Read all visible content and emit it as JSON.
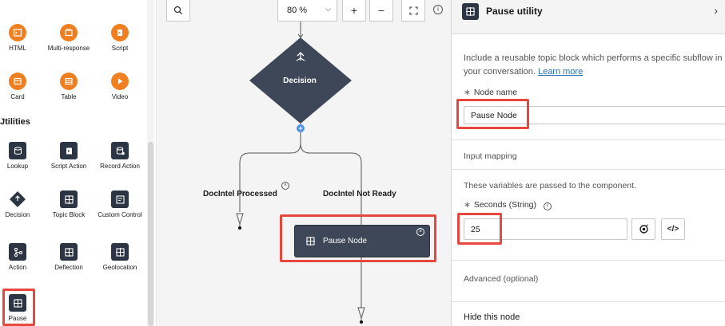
{
  "palette": {
    "top_items": [
      {
        "label": "HTML"
      },
      {
        "label": "Multi-response"
      },
      {
        "label": "Script"
      },
      {
        "label": "Card"
      },
      {
        "label": "Table"
      },
      {
        "label": "Video"
      }
    ],
    "utilities_heading": "Jtilities",
    "utility_items": [
      {
        "label": "Lookup"
      },
      {
        "label": "Script Action"
      },
      {
        "label": "Record Action"
      },
      {
        "label": "Decision"
      },
      {
        "label": "Topic Block"
      },
      {
        "label": "Custom Control"
      },
      {
        "label": "Action"
      },
      {
        "label": "Deflection"
      },
      {
        "label": "Geolocation"
      },
      {
        "label": "Pause"
      }
    ]
  },
  "canvas": {
    "zoom_value": "80 %",
    "zoom_in": "+",
    "zoom_out": "−",
    "decision_label": "Decision",
    "branch_left": "DocIntel Processed",
    "branch_right": "DocIntel Not Ready",
    "pause_node_label": "Pause Node"
  },
  "panel": {
    "title": "Pause utility",
    "description_line1": "Include a reusable topic block which performs a specific subflow in",
    "description_line2": "your conversation.",
    "learn_more": "Learn more",
    "node_name_label": "Node name",
    "node_name_value": "Pause Node",
    "input_mapping": "Input mapping",
    "variables_note": "These variables are passed to the component.",
    "seconds_label": "Seconds (String)",
    "seconds_value": "25",
    "advanced": "Advanced (optional)",
    "hide_node": "Hide this node"
  },
  "colors": {
    "accent_orange": "#f07f22",
    "node_dark": "#3d4757",
    "highlight_red": "#e7473c",
    "link_blue": "#2a6fb6"
  }
}
